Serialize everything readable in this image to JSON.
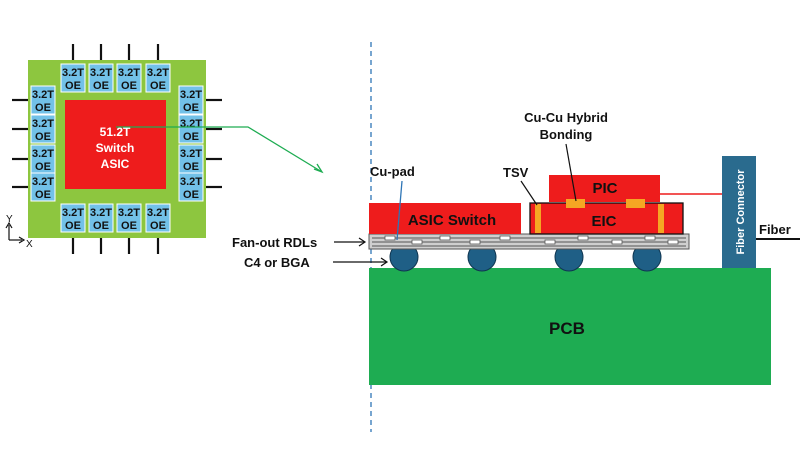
{
  "top_view": {
    "asic_label_line1": "51.2T",
    "asic_label_line2": "Switch",
    "asic_label_line3": "ASIC",
    "oe_line1": "3.2T",
    "oe_line2": "OE",
    "axis_y": "Y",
    "axis_x": "X"
  },
  "cross_section": {
    "asic_switch": "ASIC Switch",
    "pic": "PIC",
    "eic": "EIC",
    "pcb": "PCB",
    "fiber_connector": "Fiber Connector",
    "fiber": "Fiber",
    "cu_pad": "Cu-pad",
    "cu_cu_bonding_line1": "Cu-Cu Hybrid",
    "cu_cu_bonding_line2": "Bonding",
    "tsv": "TSV",
    "fanout_rdls": "Fan-out RDLs",
    "c4_bga": "C4 or BGA"
  },
  "colors": {
    "substrate_green": "#8dc63f",
    "oe_blue": "#72c1e8",
    "asic_red": "#ee1c1c",
    "pcb_green": "#1eac52",
    "bump_blue": "#1f5f86",
    "connector_blue": "#2a6b8e",
    "arrow_green": "#1eac52",
    "divider_blue": "#2e75b6",
    "bond_yellow": "#f5a623"
  }
}
